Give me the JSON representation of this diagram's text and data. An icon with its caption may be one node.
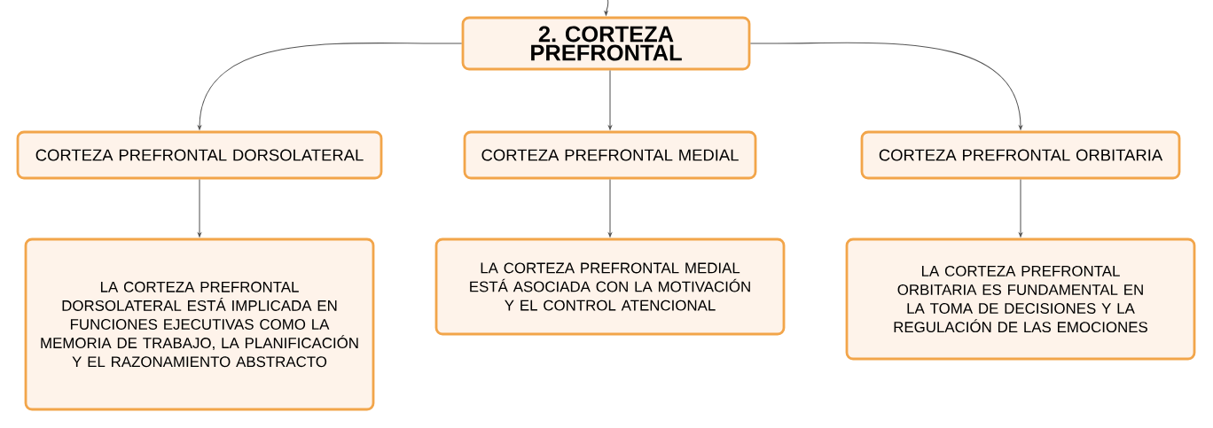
{
  "diagram": {
    "nodes": [
      {
        "text": [
          "2. CORTEZA PREFRONTAL"
        ]
      },
      {
        "text": [
          "CORTEZA PREFRONTAL DORSOLATERAL"
        ]
      },
      {
        "text": [
          "CORTEZA PREFRONTAL MEDIAL"
        ]
      },
      {
        "text": [
          "CORTEZA PREFRONTAL ORBITARIA"
        ]
      },
      {
        "text": [
          "LA CORTEZA PREFRONTAL DORSOLATERAL ESTÁ IMPLICADA EN FUNCIONES EJECUTIVAS COMO LA MEMORIA DE TRABAJO, LA PLANIFICACIÓN Y EL RAZONAMIENTO ABSTRACTO"
        ]
      },
      {
        "text": [
          "LA CORTEZA PREFRONTAL MEDIAL ESTÁ ASOCIADA CON LA MOTIVACIÓN Y EL CONTROL ATENCIONAL"
        ]
      },
      {
        "text": [
          "LA CORTEZA PREFRONTAL ORBITARIA ES FUNDAMENTAL EN LA TOMA DE DECISIONES Y LA REGULACIÓN DE LAS EMOCIONES"
        ]
      }
    ],
    "edges": [
      {
        "from": null,
        "to": 0,
        "arrow": "to"
      },
      {
        "from": 0,
        "to": 1,
        "arrow": "to"
      },
      {
        "from": 0,
        "to": 2,
        "arrow": "to"
      },
      {
        "from": 0,
        "to": 3,
        "arrow": "to"
      },
      {
        "from": 1,
        "to": 4,
        "arrow": "to"
      },
      {
        "from": 2,
        "to": 5,
        "arrow": "to"
      },
      {
        "from": 3,
        "to": 6,
        "arrow": "to"
      }
    ]
  }
}
